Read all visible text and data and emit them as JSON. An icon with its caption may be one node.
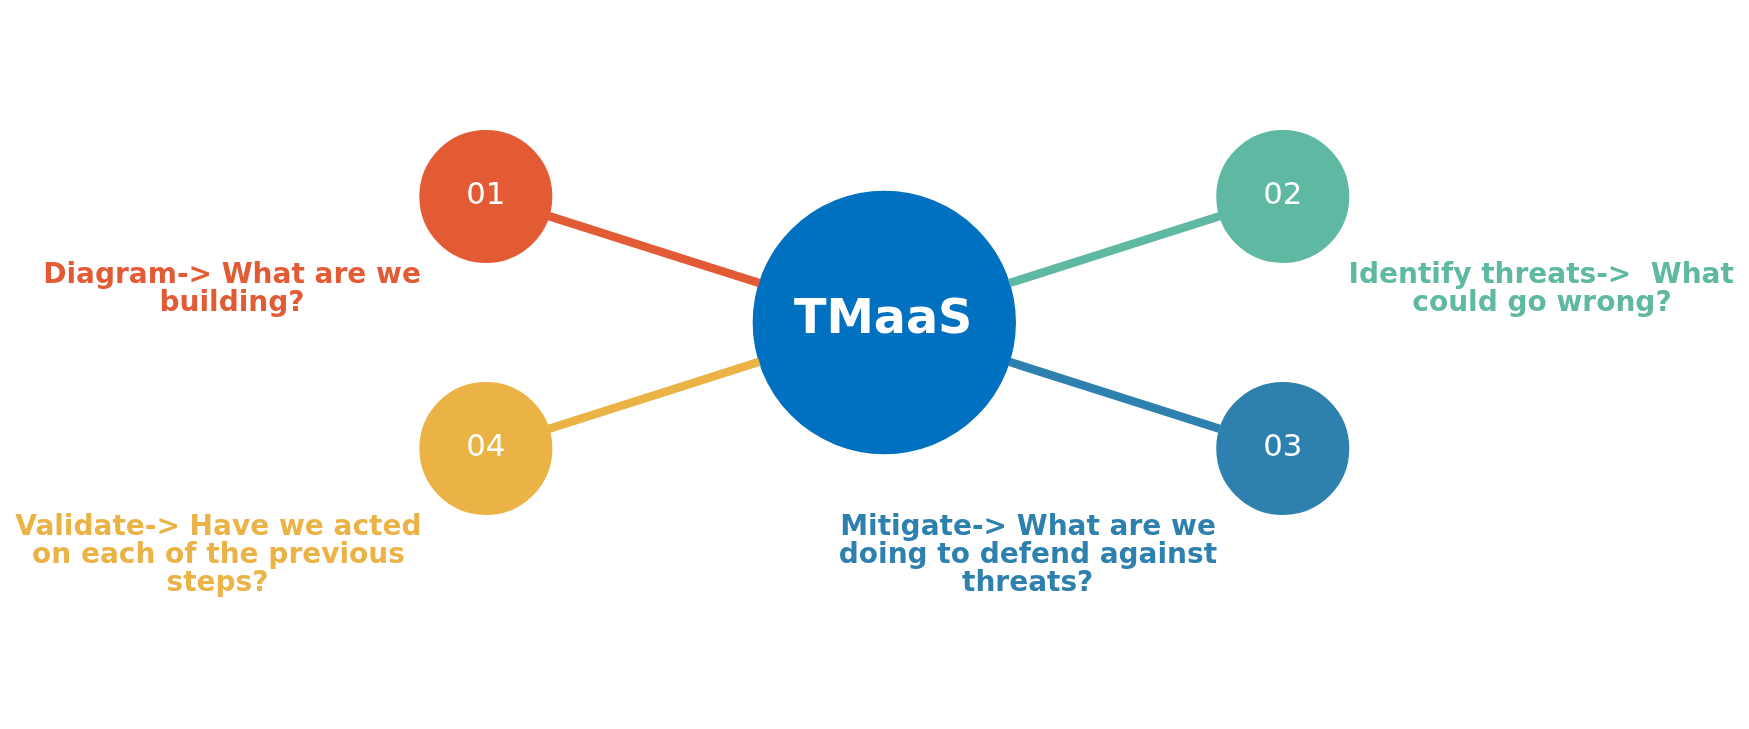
{
  "diagram": {
    "nodes": [
      {
        "text": [
          "TMaaS"
        ]
      },
      {
        "text": [
          "01"
        ],
        "beside": [
          "Diagram-> What are we building?"
        ]
      },
      {
        "text": [
          "02"
        ],
        "beside": [
          "Identify threats->  What could go wrong?"
        ]
      },
      {
        "text": [
          "03"
        ],
        "beside": [
          "Mitigate-> What are we doing to defend against threats?"
        ]
      },
      {
        "text": [
          "04"
        ],
        "beside": [
          "Validate-> Have we acted on each of the previous steps?"
        ]
      }
    ],
    "edges": [
      {
        "from": 1,
        "to": 0,
        "arrow": "none",
        "color": "#e35b35"
      },
      {
        "from": 0,
        "to": 2,
        "arrow": "none",
        "color": "#5fb8a2"
      },
      {
        "from": 0,
        "to": 3,
        "arrow": "none",
        "color": "#2e80ae"
      },
      {
        "from": 4,
        "to": 0,
        "arrow": "none",
        "color": "#ebb246"
      }
    ]
  }
}
